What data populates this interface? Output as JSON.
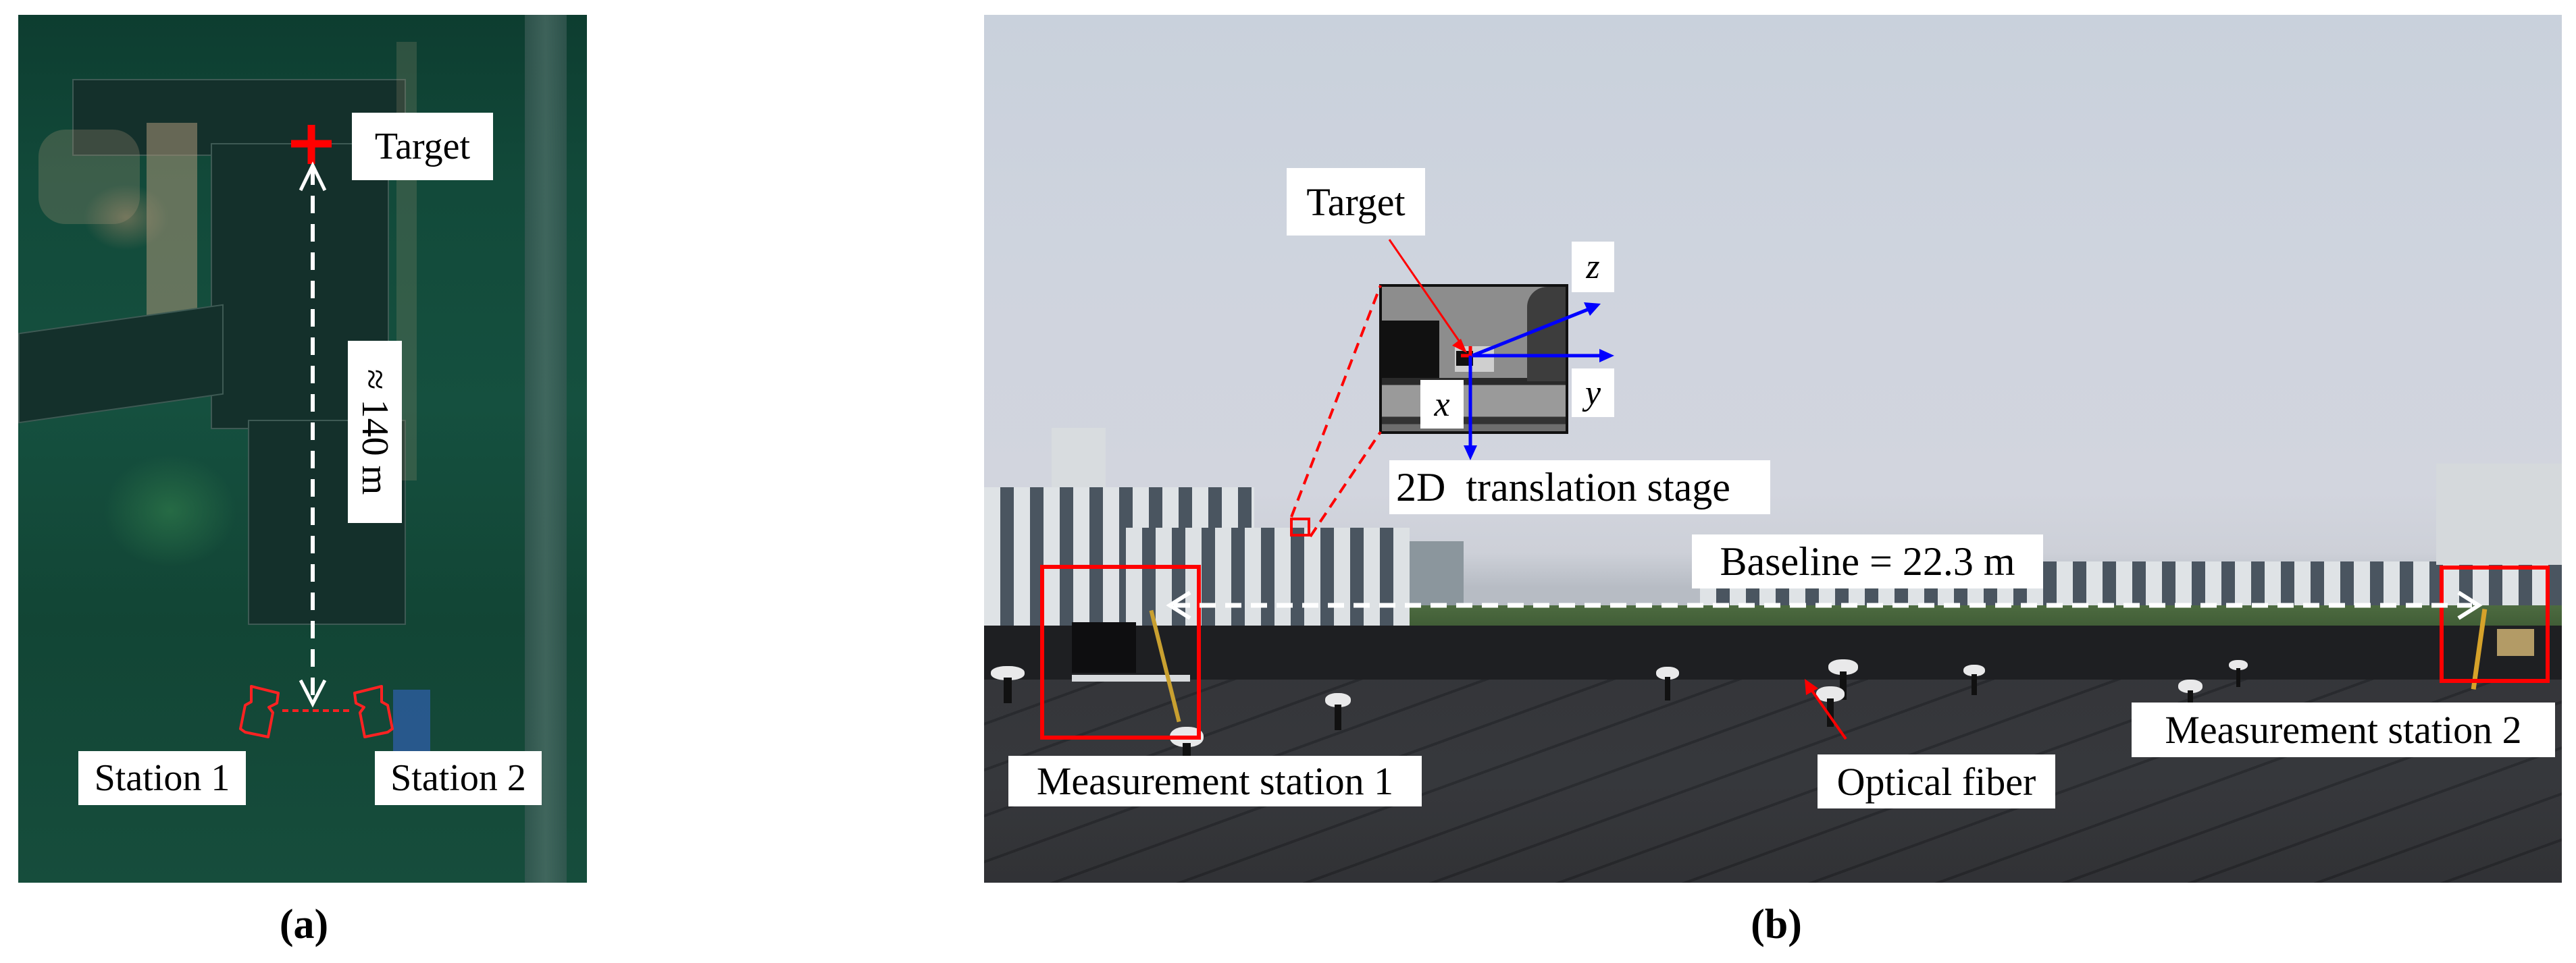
{
  "figure": {
    "panels": [
      {
        "id": "a",
        "caption": "(a)",
        "type": "satellite-map",
        "labels": {
          "target": "Target",
          "distance": "≈ 140 m",
          "distance_value": "140 m",
          "distance_approx": "≈",
          "station1": "Station 1",
          "station2": "Station 2"
        },
        "markers": {
          "target_marker": "red-cross-icon",
          "station_marker": "camera-station-icon",
          "distance_line": "white-dashed-double-arrow",
          "baseline_line": "red-dashed-line"
        }
      },
      {
        "id": "b",
        "caption": "(b)",
        "type": "rooftop-photo",
        "labels": {
          "target": "Target",
          "stage": "2D  translation stage",
          "baseline": "Baseline = 22.3 m",
          "station1": "Measurement station 1",
          "station2": "Measurement station 2",
          "fiber": "Optical fiber"
        },
        "axes": {
          "x": "x",
          "y": "y",
          "z": "z"
        },
        "markers": {
          "inset_zoom": "inset-magnifier",
          "baseline_line": "white-dashed-double-arrow",
          "station_boxes": "red-rectangle"
        }
      }
    ],
    "colors": {
      "annotation_red": "#ff0000",
      "axis_blue": "#0000ff",
      "label_bg": "#ffffff",
      "dashed_white": "#ffffff"
    }
  }
}
